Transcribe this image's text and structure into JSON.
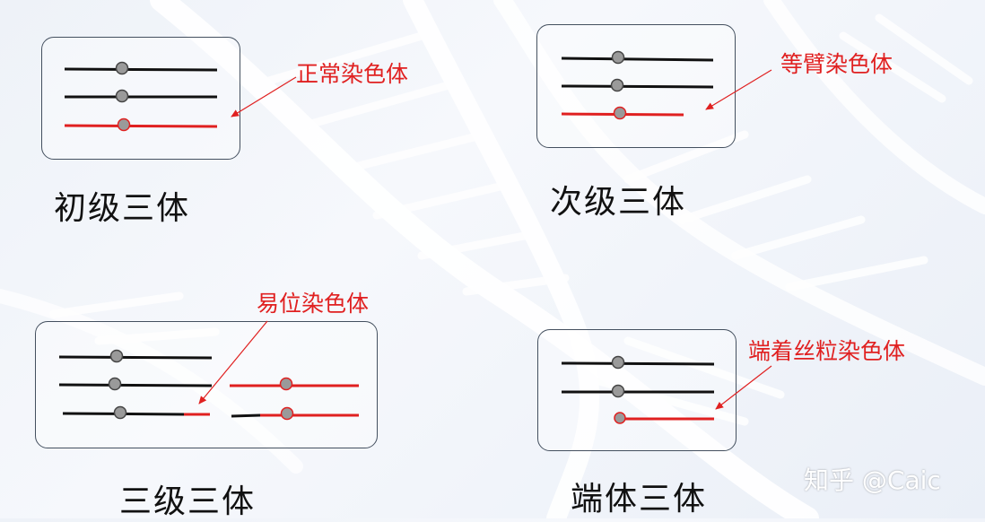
{
  "colors": {
    "normal": "#111111",
    "abnormal": "#e02020",
    "centromere": "#9a9a9a",
    "label": "#e02020"
  },
  "panels": {
    "primary": {
      "caption": "初级三体",
      "label": "正常染色体"
    },
    "secondary": {
      "caption": "次级三体",
      "label": "等臂染色体"
    },
    "tertiary": {
      "caption": "三级三体",
      "label": "易位染色体"
    },
    "telocentric": {
      "caption": "端体三体",
      "label": "端着丝粒染色体"
    }
  },
  "watermark": "知乎 @Caic"
}
